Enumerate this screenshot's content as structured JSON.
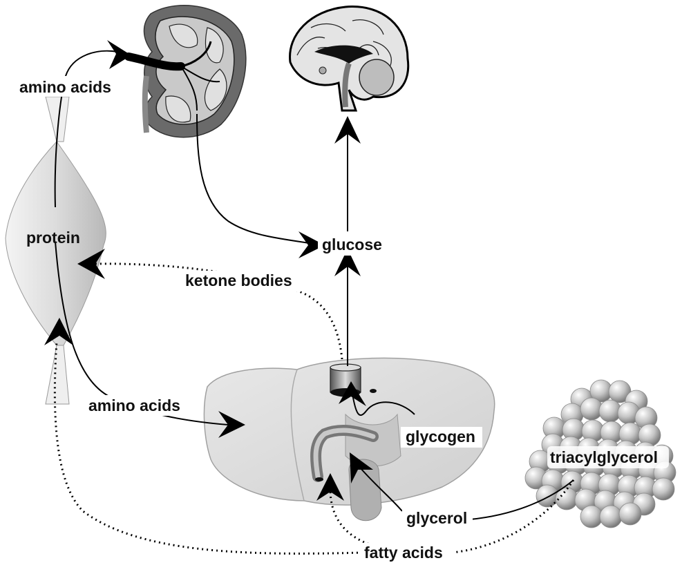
{
  "labels": {
    "amino_acids_top": "amino acids",
    "protein": "protein",
    "glucose": "glucose",
    "ketone_bodies": "ketone bodies",
    "amino_acids_bottom": "amino acids",
    "glycogen": "glycogen",
    "triacylglycerol": "triacylglycerol",
    "glycerol": "glycerol",
    "fatty_acids": "fatty acids"
  },
  "colors": {
    "line": "#000000",
    "organ_fill": "#d9d9d9",
    "kidney_dark": "#6e6e6e",
    "muscle_fill": "#e2e2e2",
    "fat_sphere": "#c8c8c8"
  }
}
